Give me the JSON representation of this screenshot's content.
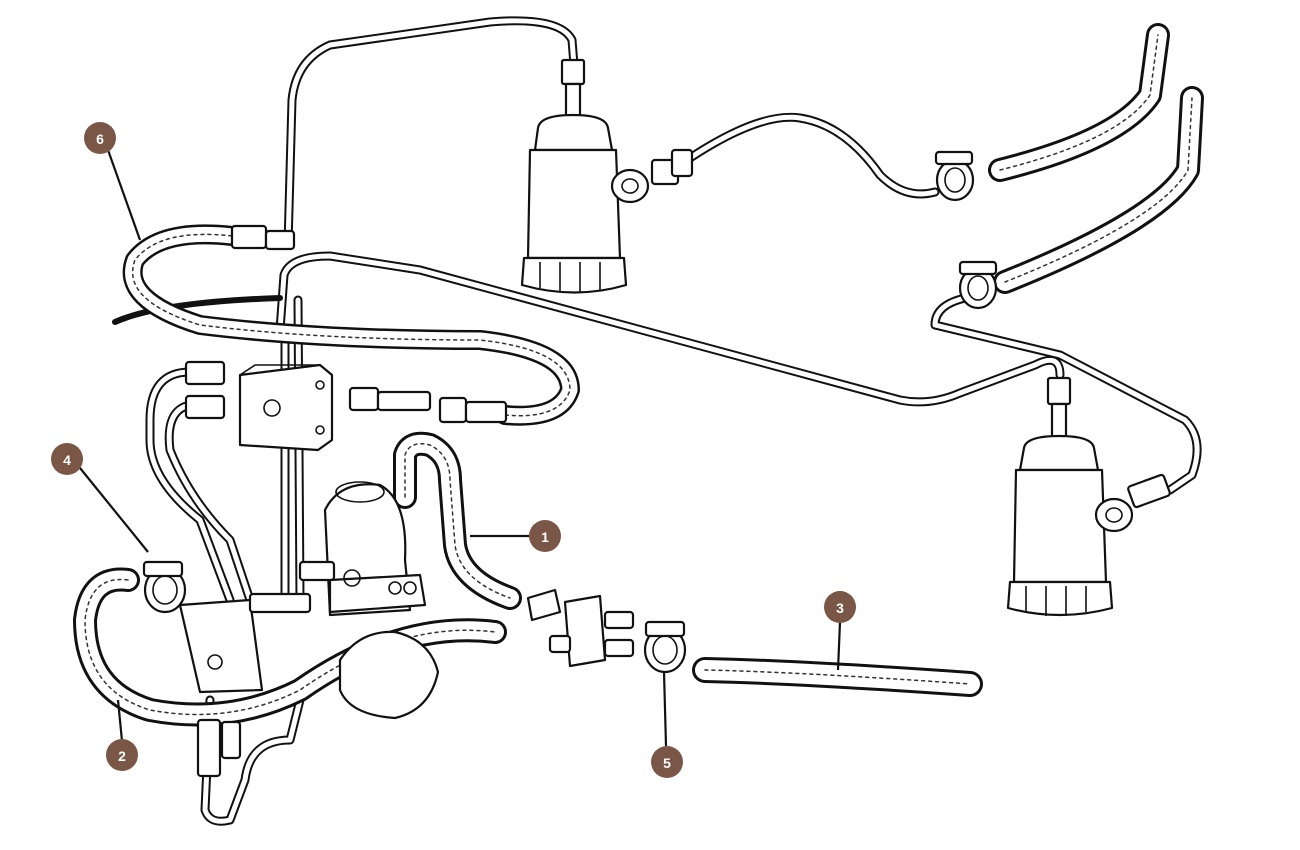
{
  "diagram": {
    "type": "exploded parts drawing — fuel lines, hoses, filters and clips",
    "colors": {
      "callout": "#7a5646",
      "ink": "#111111",
      "background": "#ffffff"
    },
    "callouts": [
      {
        "id": "1",
        "label": "1"
      },
      {
        "id": "2",
        "label": "2"
      },
      {
        "id": "3",
        "label": "3"
      },
      {
        "id": "4",
        "label": "4"
      },
      {
        "id": "5",
        "label": "5"
      },
      {
        "id": "6",
        "label": "6"
      }
    ]
  }
}
